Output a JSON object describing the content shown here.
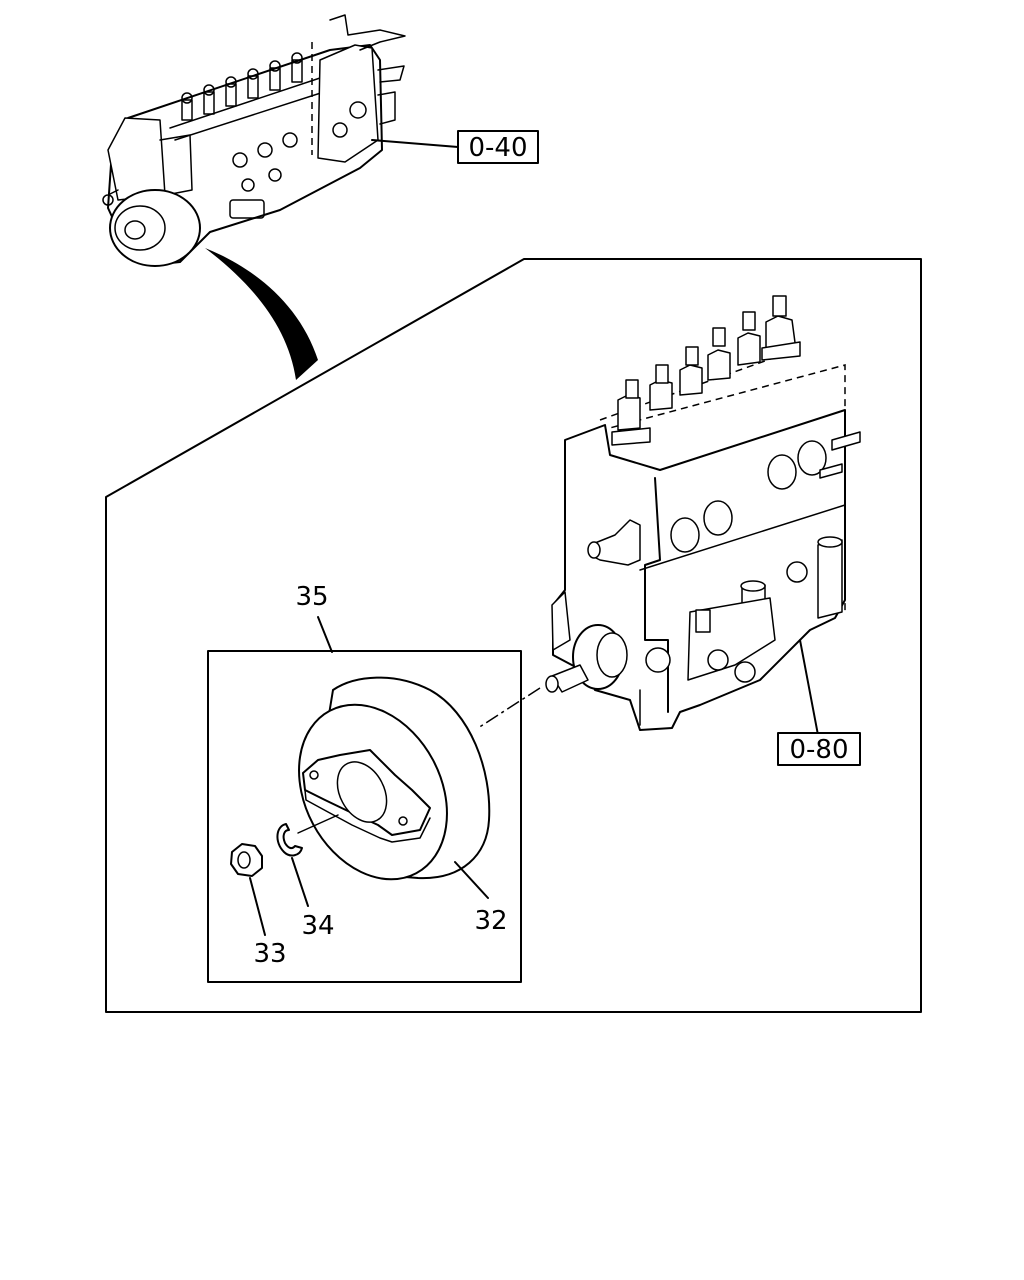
{
  "refs": {
    "top_assembly": "0-40",
    "pump_body": "0-80"
  },
  "callouts": {
    "governor_cover": "35",
    "flange": "32",
    "nut": "33",
    "washer": "34"
  }
}
